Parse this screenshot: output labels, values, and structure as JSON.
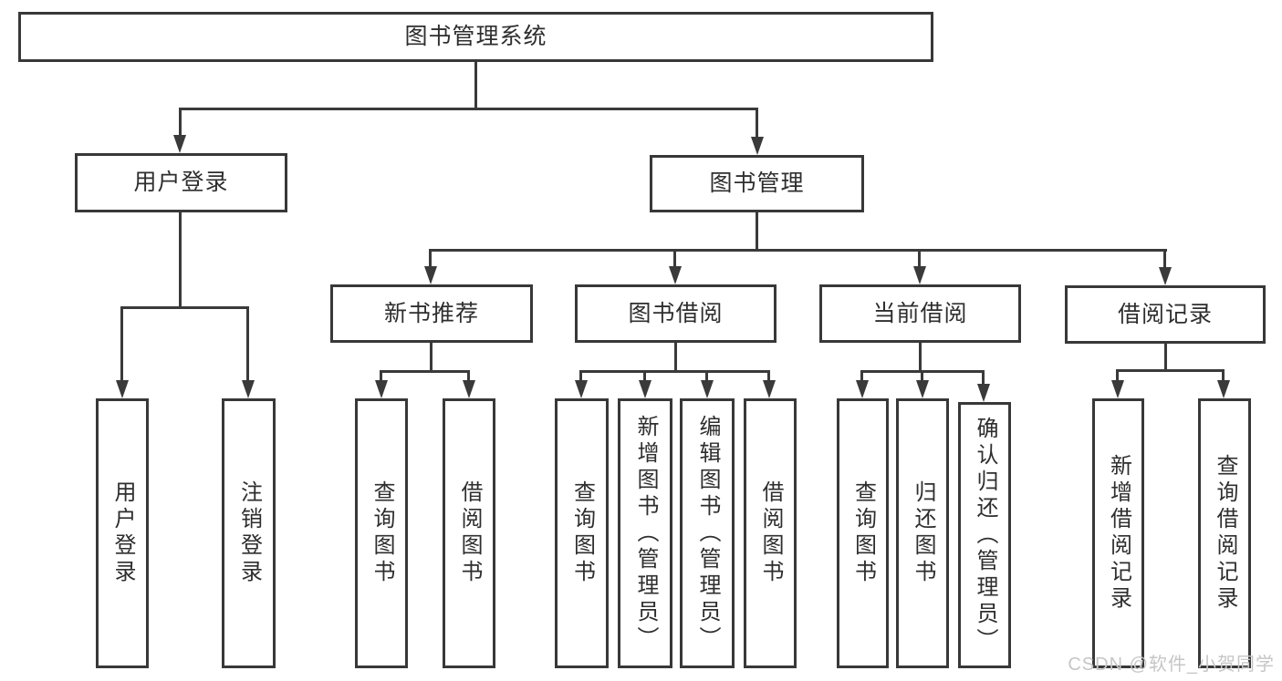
{
  "diagram": {
    "type": "hierarchy-tree",
    "colors": {
      "line": "#3a3a3a",
      "box_border": "#383838",
      "box_background": "#ffffff",
      "text": "#2e2e2e",
      "watermark_text_color": "#c6c6c6",
      "page_background": "#ffffff"
    },
    "nodes": {
      "root": {
        "label": "图书管理系统"
      },
      "user_login": {
        "label": "用户登录"
      },
      "book_management": {
        "label": "图书管理"
      },
      "new_book_recommend": {
        "label": "新书推荐"
      },
      "book_borrowing": {
        "label": "图书借阅"
      },
      "current_borrowing": {
        "label": "当前借阅"
      },
      "borrowing_records": {
        "label": "借阅记录"
      },
      "leaves": {
        "login": {
          "label": "用户登录"
        },
        "logout": {
          "label": "注销登录"
        },
        "rec_query_books": {
          "label": "查询图书"
        },
        "rec_borrow_books": {
          "label": "借阅图书"
        },
        "bb_query_books": {
          "label": "查询图书"
        },
        "bb_add_books": {
          "label": "新增图书（管理员）"
        },
        "bb_edit_books": {
          "label": "编辑图书（管理员）"
        },
        "bb_borrow_books": {
          "label": "借阅图书"
        },
        "cb_query_books": {
          "label": "查询图书"
        },
        "cb_return_books": {
          "label": "归还图书"
        },
        "cb_confirm_return": {
          "label": "确认归还（管理员）"
        },
        "br_add_record": {
          "label": "新增借阅记录"
        },
        "br_query_record": {
          "label": "查询借阅记录"
        }
      }
    },
    "watermark": {
      "text": "CSDN @软件_小贺同学"
    }
  }
}
